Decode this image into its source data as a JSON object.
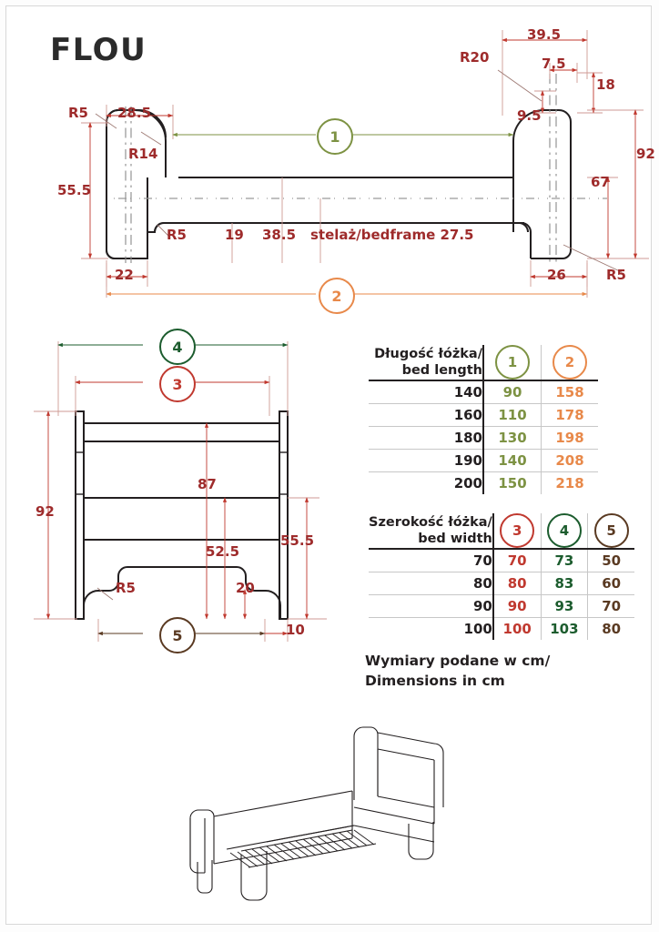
{
  "brand": "FLOU",
  "footnote": {
    "line1": "Wymiary podane w cm/",
    "line2": "Dimensions in cm"
  },
  "colors": {
    "dim_red": "#9e2b2b",
    "badge1_green": "#7d9243",
    "badge2_orange": "#e8894a",
    "badge3_red": "#c0392f",
    "badge4_dark_green": "#1c5c2e",
    "badge5_brown": "#5a3a22",
    "outline_black": "#231f20",
    "table_rule_gray": "#c7c7c7"
  },
  "side_view": {
    "name": "bed side elevation",
    "badges": {
      "one": "1",
      "two": "2"
    },
    "dims": {
      "r5_top_left": "R5",
      "len_28_5": "28.5",
      "r14": "R14",
      "h_55_5": "55.5",
      "w_22": "22",
      "r5_inner_left": "R5",
      "v_19": "19",
      "v_38_5": "38.5",
      "bedframe_label": "stelaż/bedframe 27.5",
      "w_26": "26",
      "r5_bottom_right": "R5",
      "top_39_5": "39.5",
      "r20": "R20",
      "d_7_5": "7.5",
      "d_18": "18",
      "d_9_5": "9.5",
      "h_92": "92",
      "h_67": "67"
    }
  },
  "front_view": {
    "name": "bed headboard front elevation",
    "badges": {
      "three": "3",
      "four": "4",
      "five": "5"
    },
    "dims": {
      "h_92": "92",
      "h_87": "87",
      "h_55_5": "55.5",
      "h_52_5": "52.5",
      "h_20": "20",
      "r5": "R5",
      "w_10": "10"
    }
  },
  "table_length": {
    "header_label_line1": "Długość łóżka/",
    "header_label_line2": "bed length",
    "columns": [
      {
        "badge": "1",
        "color_key": "badge1_green"
      },
      {
        "badge": "2",
        "color_key": "badge2_orange"
      }
    ],
    "rows": [
      {
        "label": "140",
        "values": [
          "90",
          "158"
        ]
      },
      {
        "label": "160",
        "values": [
          "110",
          "178"
        ]
      },
      {
        "label": "180",
        "values": [
          "130",
          "198"
        ]
      },
      {
        "label": "190",
        "values": [
          "140",
          "208"
        ]
      },
      {
        "label": "200",
        "values": [
          "150",
          "218"
        ]
      }
    ]
  },
  "table_width": {
    "header_label_line1": "Szerokość łóżka/",
    "header_label_line2": "bed width",
    "columns": [
      {
        "badge": "3",
        "color_key": "badge3_red"
      },
      {
        "badge": "4",
        "color_key": "badge4_dark_green"
      },
      {
        "badge": "5",
        "color_key": "badge5_brown"
      }
    ],
    "rows": [
      {
        "label": "70",
        "values": [
          "70",
          "73",
          "50"
        ]
      },
      {
        "label": "80",
        "values": [
          "80",
          "83",
          "60"
        ]
      },
      {
        "label": "90",
        "values": [
          "90",
          "93",
          "70"
        ]
      },
      {
        "label": "100",
        "values": [
          "100",
          "103",
          "80"
        ]
      }
    ]
  },
  "perspective_view": {
    "name": "bed 3d perspective illustration"
  }
}
